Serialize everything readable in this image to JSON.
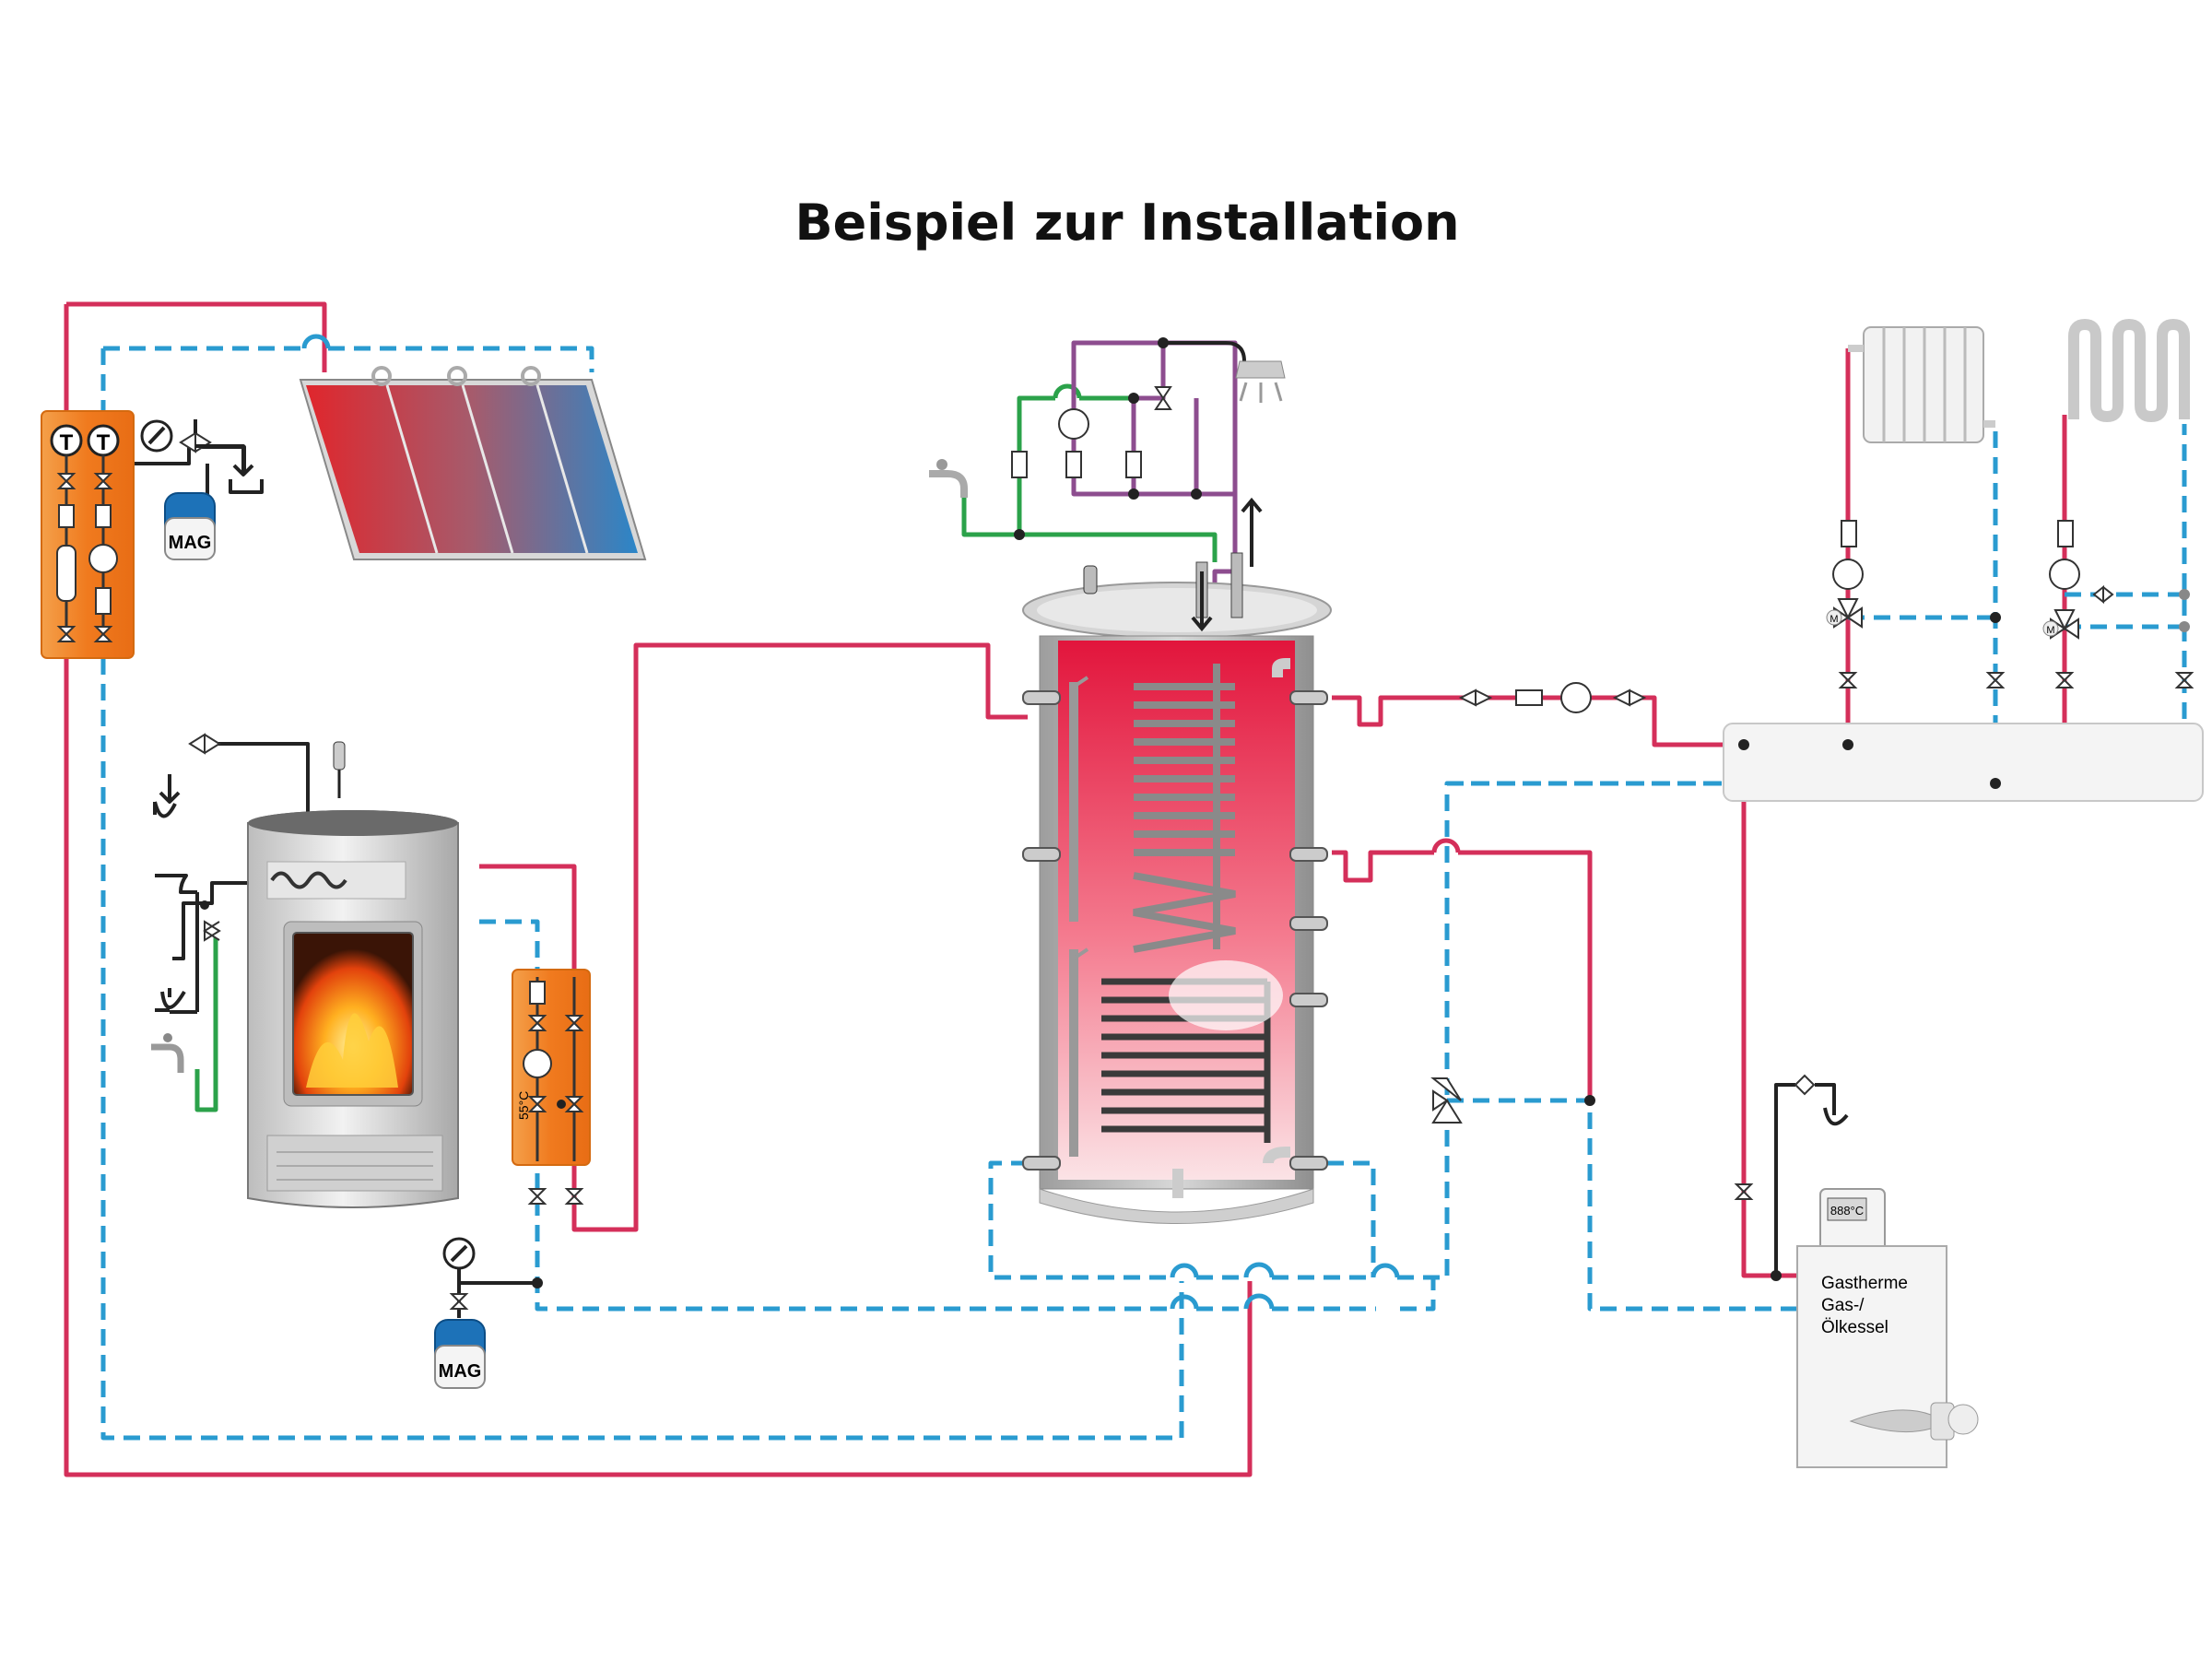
{
  "title": "Beispiel zur Installation",
  "labels": {
    "mag_solar": "MAG",
    "mag_stove": "MAG",
    "temp_left": "T",
    "temp_right": "T",
    "mixer_temp": "55°C",
    "boiler_display": "888°C",
    "boiler_line1": "Gastherme",
    "boiler_line2": "Gas-/",
    "boiler_line3": "Ölkessel",
    "motor_left": "M",
    "motor_right": "M"
  },
  "colors": {
    "hot_pipe": "#d42f5a",
    "cold_pipe": "#2a9bd0",
    "drinking_water": "#2ba24a",
    "circulation": "#8d4d8f",
    "station_orange": "#f08a2c"
  }
}
